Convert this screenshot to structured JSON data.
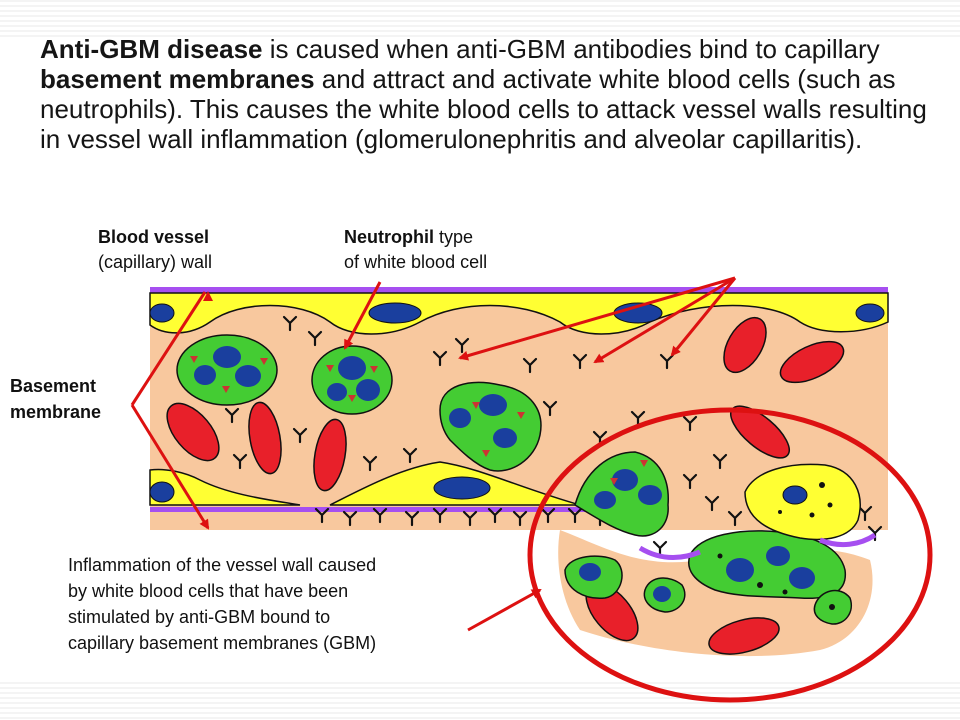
{
  "intro": {
    "bold_1": "Anti-GBM disease",
    "text_1": " is caused when anti-GBM antibodies bind to capillary ",
    "bold_2": "basement membranes",
    "text_2": " and attract and activate white blood cells (such as neutrophils).  This causes the white blood cells to attack vessel walls resulting in vessel wall inflammation (glomerulonephritis and alveolar capillaritis)."
  },
  "labels": {
    "vessel_bold": "Blood vessel",
    "vessel_rest": "(capillary) wall",
    "neutrophil_bold": "Neutrophil",
    "neutrophil_rest_1": " type",
    "neutrophil_rest_2": "of white blood cell",
    "basement_line_1": "Basement",
    "basement_line_2": "membrane",
    "inflammation_lines": [
      "Inflammation of the vessel wall caused",
      "by white blood cells that have been",
      "stimulated by anti-GBM bound to",
      "capillary basement membranes (GBM)"
    ]
  },
  "colors": {
    "tissue": "#f8c89e",
    "wall": "#ffff33",
    "membrane": "#a64ff0",
    "rbc": "#e8202a",
    "neutrophil": "#44cc33",
    "nucleus": "#1a3f9e",
    "granule": "#cc3333",
    "arrow": "#dd1111",
    "antibody": "#111111"
  }
}
